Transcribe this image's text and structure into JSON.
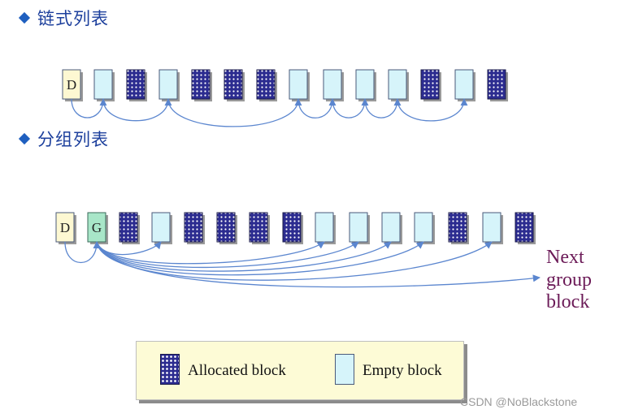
{
  "sections": [
    {
      "heading": "链式列表"
    },
    {
      "heading": "分组列表"
    }
  ],
  "linked_list": {
    "blocks": [
      "D",
      "empty",
      "alloc",
      "empty",
      "alloc",
      "alloc",
      "alloc",
      "empty",
      "empty",
      "empty",
      "empty",
      "alloc",
      "empty",
      "alloc"
    ],
    "d_label": "D",
    "links": [
      [
        0,
        1
      ],
      [
        1,
        3
      ],
      [
        3,
        7
      ],
      [
        7,
        8
      ],
      [
        8,
        9
      ],
      [
        9,
        10
      ],
      [
        10,
        12
      ]
    ]
  },
  "grouped_list": {
    "blocks": [
      "D",
      "G",
      "alloc",
      "empty",
      "alloc",
      "alloc",
      "alloc",
      "alloc",
      "empty",
      "empty",
      "empty",
      "empty",
      "alloc",
      "empty",
      "alloc"
    ],
    "d_label": "D",
    "g_label": "G",
    "links_from_d": [
      [
        0,
        1
      ]
    ],
    "links_from_g": [
      3,
      8,
      9,
      10,
      11,
      13
    ],
    "next_group_label": [
      "Next",
      "group",
      "block"
    ]
  },
  "legend": {
    "allocated_label": "Allocated block",
    "empty_label": "Empty block"
  },
  "watermark": "CSDN @NoBlackstone",
  "colors": {
    "heading": "#1c3f9c",
    "bullet": "#1f5fbf",
    "arrow": "#5b86cf",
    "alloc": "#2c2c90",
    "empty": "#d6f4fa",
    "d_block": "#fdf8d2",
    "g_block": "#a8e6c8",
    "next_group": "#6b1a57",
    "legend_bg": "#fdfbd6"
  }
}
